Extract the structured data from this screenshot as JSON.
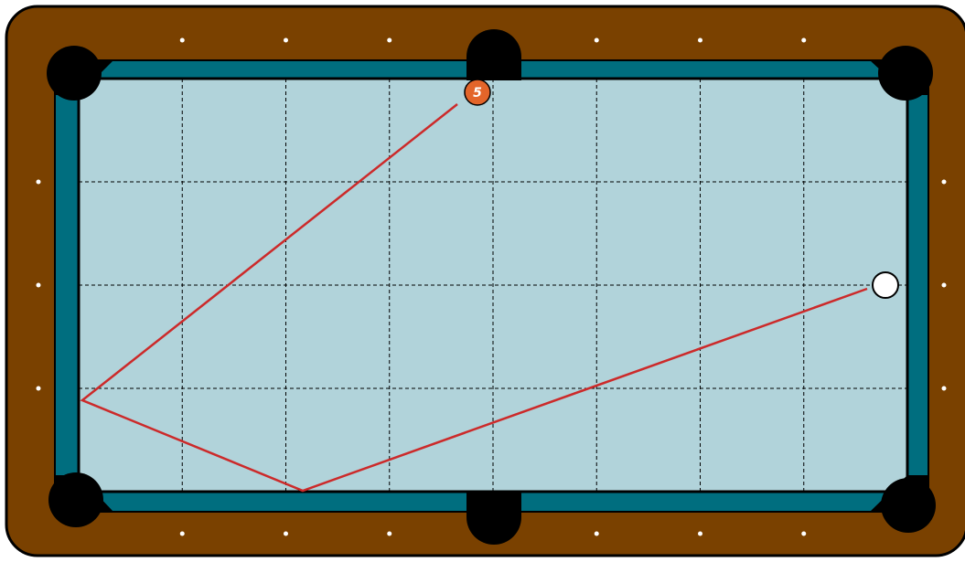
{
  "table": {
    "frame_color": "#7a4100",
    "rail_color": "#006e7f",
    "felt_color": "#b1d3da",
    "pocket_color": "#000000",
    "grid": {
      "columns": 8,
      "rows": 4,
      "style": "dashed"
    },
    "diamonds_per_long_rail": 6,
    "diamonds_per_short_rail": 3,
    "pockets": [
      "top-left",
      "top-middle",
      "top-right",
      "bottom-left",
      "bottom-middle",
      "bottom-right"
    ]
  },
  "balls": {
    "cue_ball": {
      "color": "#ffffff"
    },
    "object_ball": {
      "number": "5",
      "color": "#e3652a"
    }
  },
  "shot_path": {
    "color": "#cc2a2a",
    "cushion_contacts": 2
  }
}
